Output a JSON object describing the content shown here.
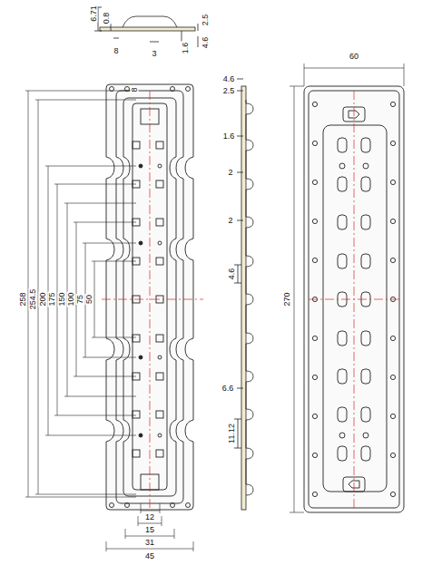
{
  "diagram": {
    "labels": [
      "6.71",
      "0.8",
      "2.5",
      "4.6",
      "8",
      "3",
      "1.6",
      "8",
      "258",
      "254.5",
      "200",
      "175",
      "150",
      "100",
      "75",
      "50",
      "12",
      "15",
      "31",
      "45",
      "4.6",
      "2.5",
      "1.6",
      "2",
      "2",
      "4.6",
      "6.6",
      "11.12",
      "60",
      "270"
    ]
  }
}
